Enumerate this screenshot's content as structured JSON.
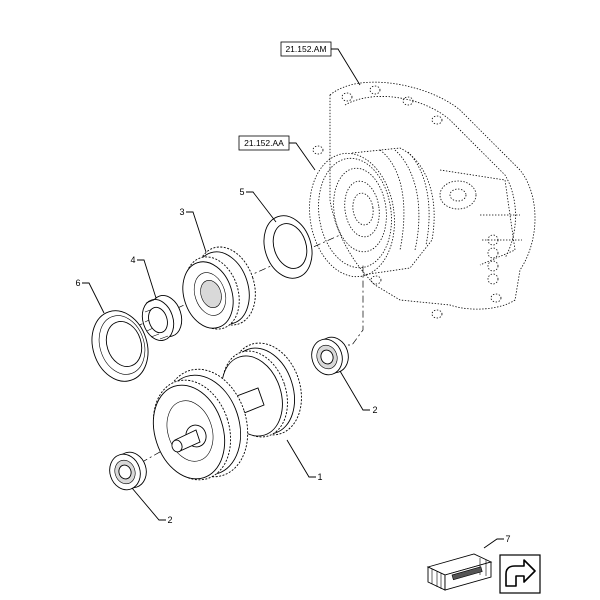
{
  "references": [
    {
      "id": "ref-21-152-am",
      "text": "21.152.AM"
    },
    {
      "id": "ref-21-152-aa",
      "text": "21.152.AA"
    }
  ],
  "callouts": [
    {
      "id": "callout-1",
      "text": "1"
    },
    {
      "id": "callout-2a",
      "text": "2"
    },
    {
      "id": "callout-2b",
      "text": "2"
    },
    {
      "id": "callout-3",
      "text": "3"
    },
    {
      "id": "callout-4",
      "text": "4"
    },
    {
      "id": "callout-5",
      "text": "5"
    },
    {
      "id": "callout-6",
      "text": "6"
    },
    {
      "id": "callout-7",
      "text": "7"
    }
  ],
  "icons": [
    "kit-box-icon",
    "navigate-arrow-icon"
  ]
}
